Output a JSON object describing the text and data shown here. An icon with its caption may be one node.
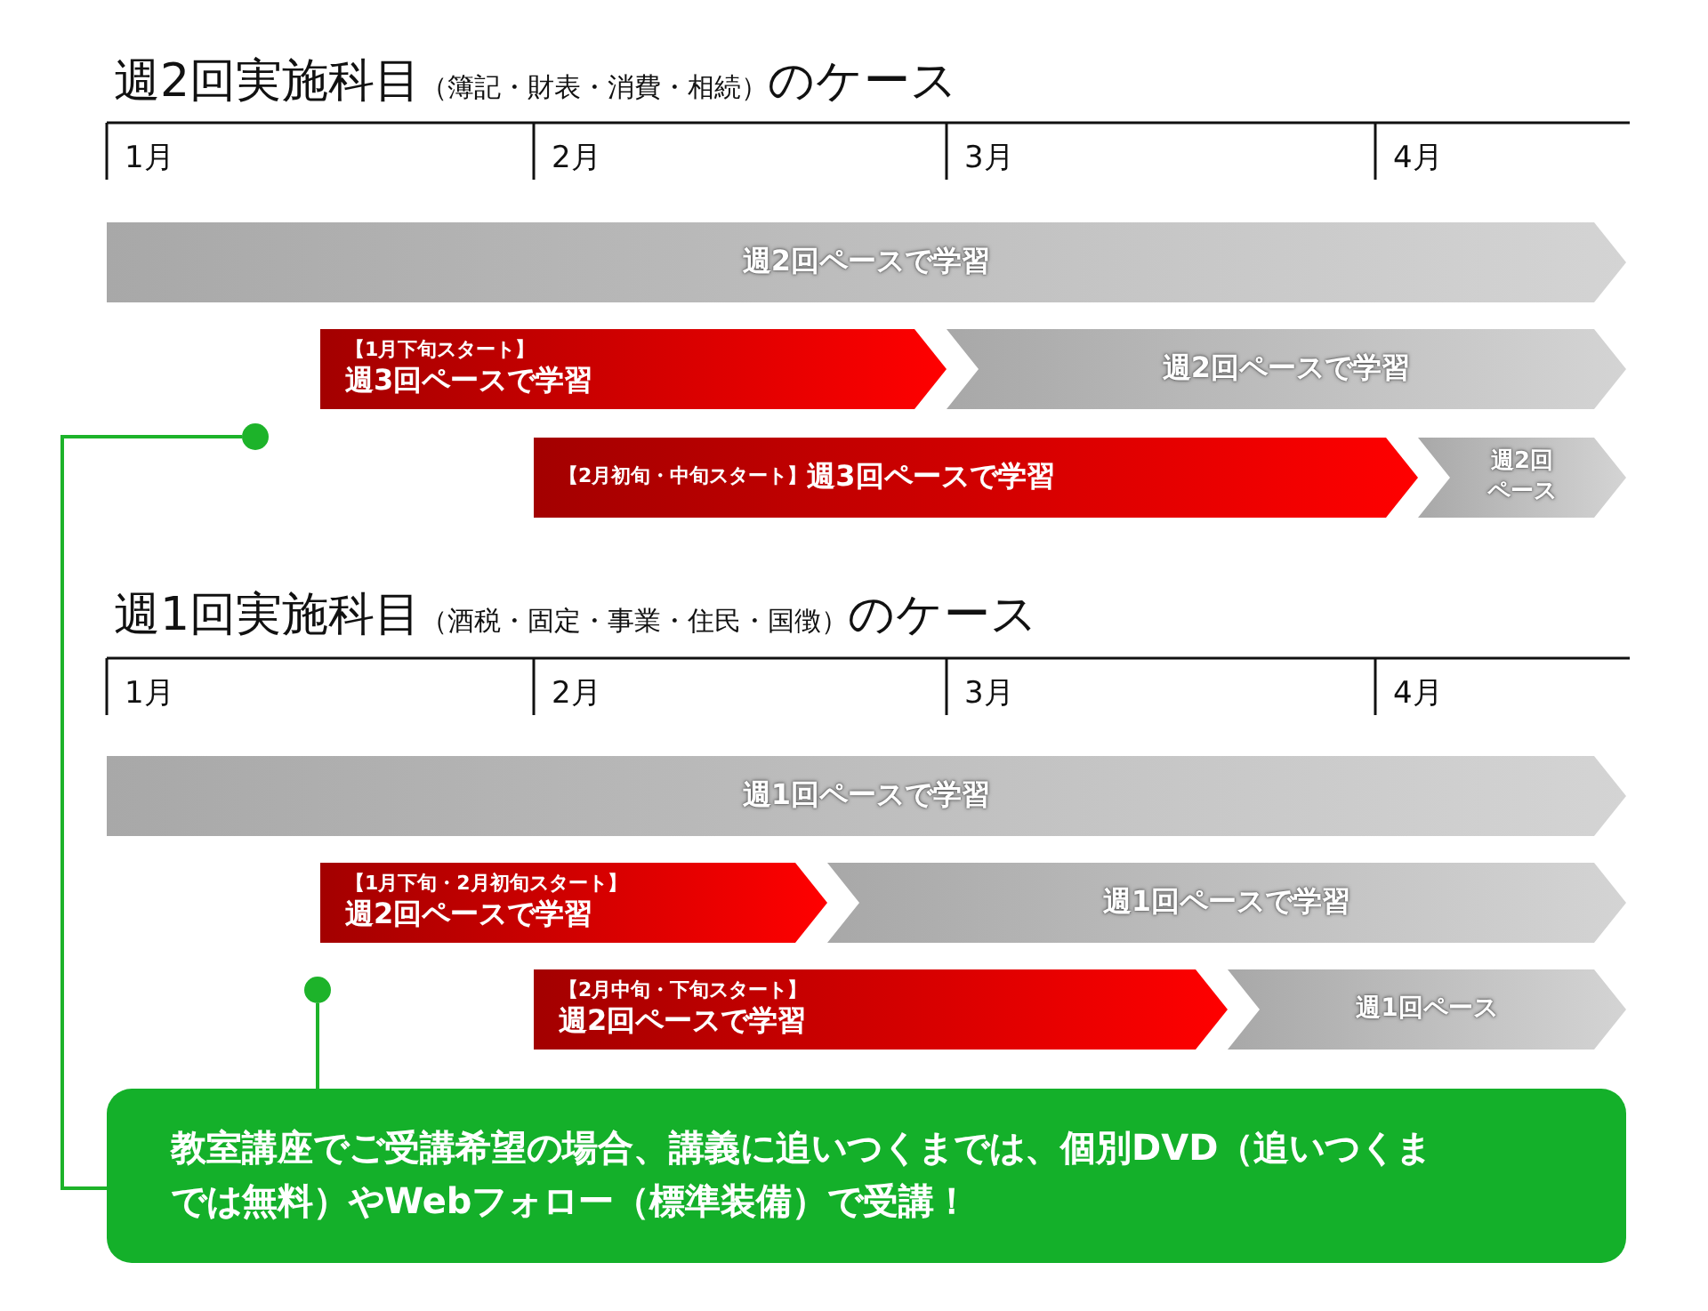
{
  "diagram": {
    "nodes": [
      {
        "text": [
          "週2回ペースで学習"
        ]
      },
      {
        "text": [
          "【1月下旬スタート】",
          "週3回ペースで学習"
        ]
      },
      {
        "text": [
          "週2回ペースで学習"
        ]
      },
      {
        "text": [],
        "shape": "circle"
      },
      {
        "text": [
          "【2月初旬・中旬スタート】",
          "週3回ペースで学習"
        ]
      },
      {
        "text": [
          "週2回ペース"
        ]
      },
      {
        "text": [
          "週1回ペースで学習"
        ]
      },
      {
        "text": [
          "【1月下旬・2月初旬スタート】",
          "週2回ペースで学習"
        ]
      },
      {
        "text": [
          "週1回ペースで学習"
        ]
      },
      {
        "text": [],
        "shape": "circle"
      },
      {
        "text": [
          "【2月中旬・下旬スタート】",
          "週2回ペースで学習"
        ]
      },
      {
        "text": [
          "週1回ペース"
        ]
      },
      {
        "text": [
          "教室講座でご受講希望の場合、講義に追いつくまでは、個別DVD（追いつくまでは無料）やWebフォロー（標準装備）で受講！"
        ]
      }
    ],
    "edges": [
      {
        "from": 12,
        "to": 3,
        "arrow": "none"
      },
      {
        "from": 12,
        "to": 9,
        "arrow": "none"
      }
    ],
    "labels": [
      "週2回実施科目",
      "（簿記・財表・消費・相続）",
      "のケース",
      "1月",
      "2月",
      "3月",
      "4月",
      "週1回実施科目",
      "（酒税・固定・事業・住民・国徴）",
      "のケース",
      "1月",
      "2月",
      "3月",
      "4月"
    ]
  }
}
